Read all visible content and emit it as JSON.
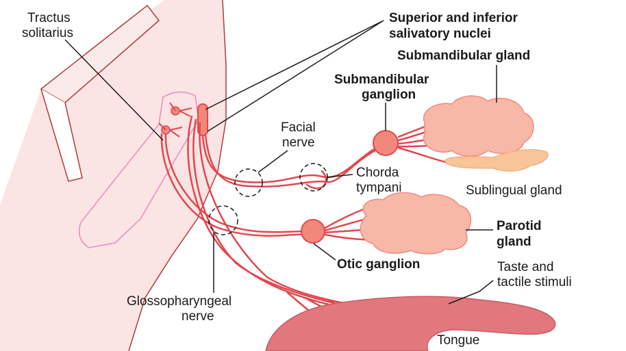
{
  "labels": {
    "tractus_line1": "Tractus",
    "tractus_line2": "solitarius",
    "nuclei_line1": "Superior and inferior",
    "nuclei_line2": "salivatory nuclei",
    "submandibular_gland": "Submandibular gland",
    "submandibular_ganglion_line1": "Submandibular",
    "submandibular_ganglion_line2": "ganglion",
    "facial_nerve_line1": "Facial",
    "facial_nerve_line2": "nerve",
    "chorda_line1": "Chorda",
    "chorda_line2": "tympani",
    "sublingual_gland": "Sublingual gland",
    "parotid_line1": "Parotid",
    "parotid_line2": "gland",
    "otic_ganglion": "Otic ganglion",
    "taste_line1": "Taste and",
    "taste_line2": "tactile stimuli",
    "glosso_line1": "Glossopharyngeal",
    "glosso_line2": "nerve",
    "tongue": "Tongue"
  },
  "colors": {
    "nerve": "#e0474c",
    "ganglion_fill": "#f2887c",
    "gland_fill": "#f8b8a8",
    "sublingual_fill": "#f8c49a",
    "brainstem_fill": "#fbe4e4",
    "brainstem_stroke": "#b03a3a",
    "medulla_stroke": "#e58ac6",
    "tongue_fill": "#e0787e",
    "leader": "#1a1a1a"
  }
}
